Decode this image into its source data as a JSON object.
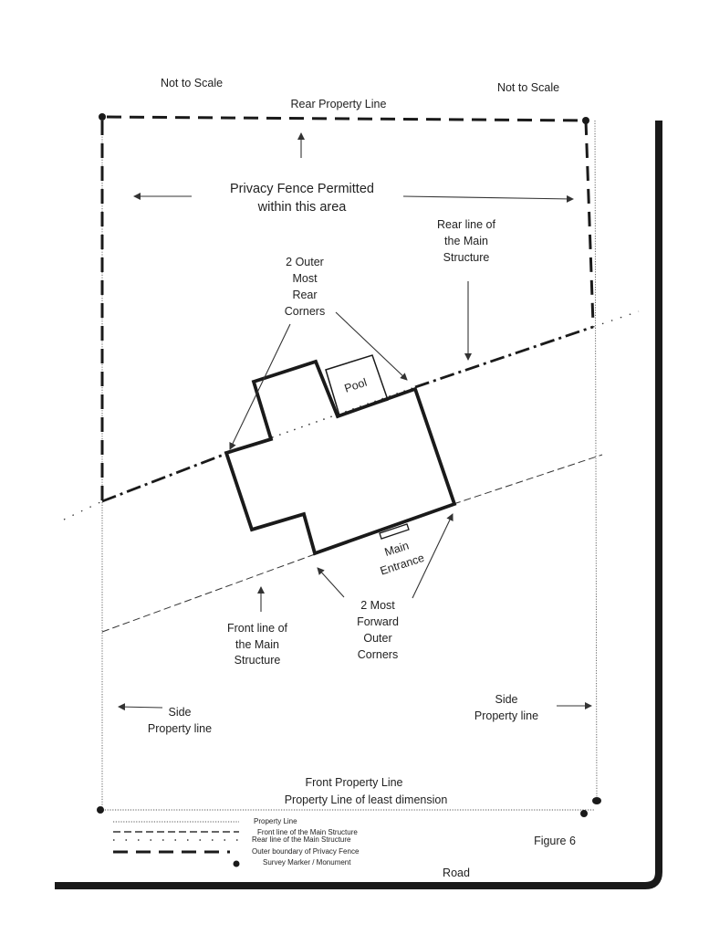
{
  "labels": {
    "not_to_scale_left": "Not to Scale",
    "not_to_scale_right": "Not to Scale",
    "rear_property_line": "Rear Property Line",
    "privacy_fence_1": "Privacy Fence Permitted",
    "privacy_fence_2": "within this area",
    "rear_line_1": "Rear line of",
    "rear_line_2": "the Main",
    "rear_line_3": "Structure",
    "outer_rear_1": "2 Outer",
    "outer_rear_2": "Most",
    "outer_rear_3": "Rear",
    "outer_rear_4": "Corners",
    "pool": "Pool",
    "main_entrance_1": "Main",
    "main_entrance_2": "Entrance",
    "front_line_1": "Front line of",
    "front_line_2": "the Main",
    "front_line_3": "Structure",
    "forward_1": "2 Most",
    "forward_2": "Forward",
    "forward_3": "Outer",
    "forward_4": "Corners",
    "side_left_1": "Side",
    "side_left_2": "Property line",
    "side_right_1": "Side",
    "side_right_2": "Property line",
    "front_property_line": "Front Property Line",
    "least_dimension": "Property Line of least dimension",
    "figure": "Figure 6",
    "road": "Road"
  },
  "legend": [
    {
      "style": "dotted",
      "label": "Property Line"
    },
    {
      "style": "dash",
      "label": "Front line of the Main Structure"
    },
    {
      "style": "sparse-dot",
      "label": "Rear line of the Main Structure"
    },
    {
      "style": "long-dash",
      "label": "Outer boundary of  Privacy Fence"
    },
    {
      "style": "marker",
      "label": "Survey Marker / Monument"
    }
  ]
}
